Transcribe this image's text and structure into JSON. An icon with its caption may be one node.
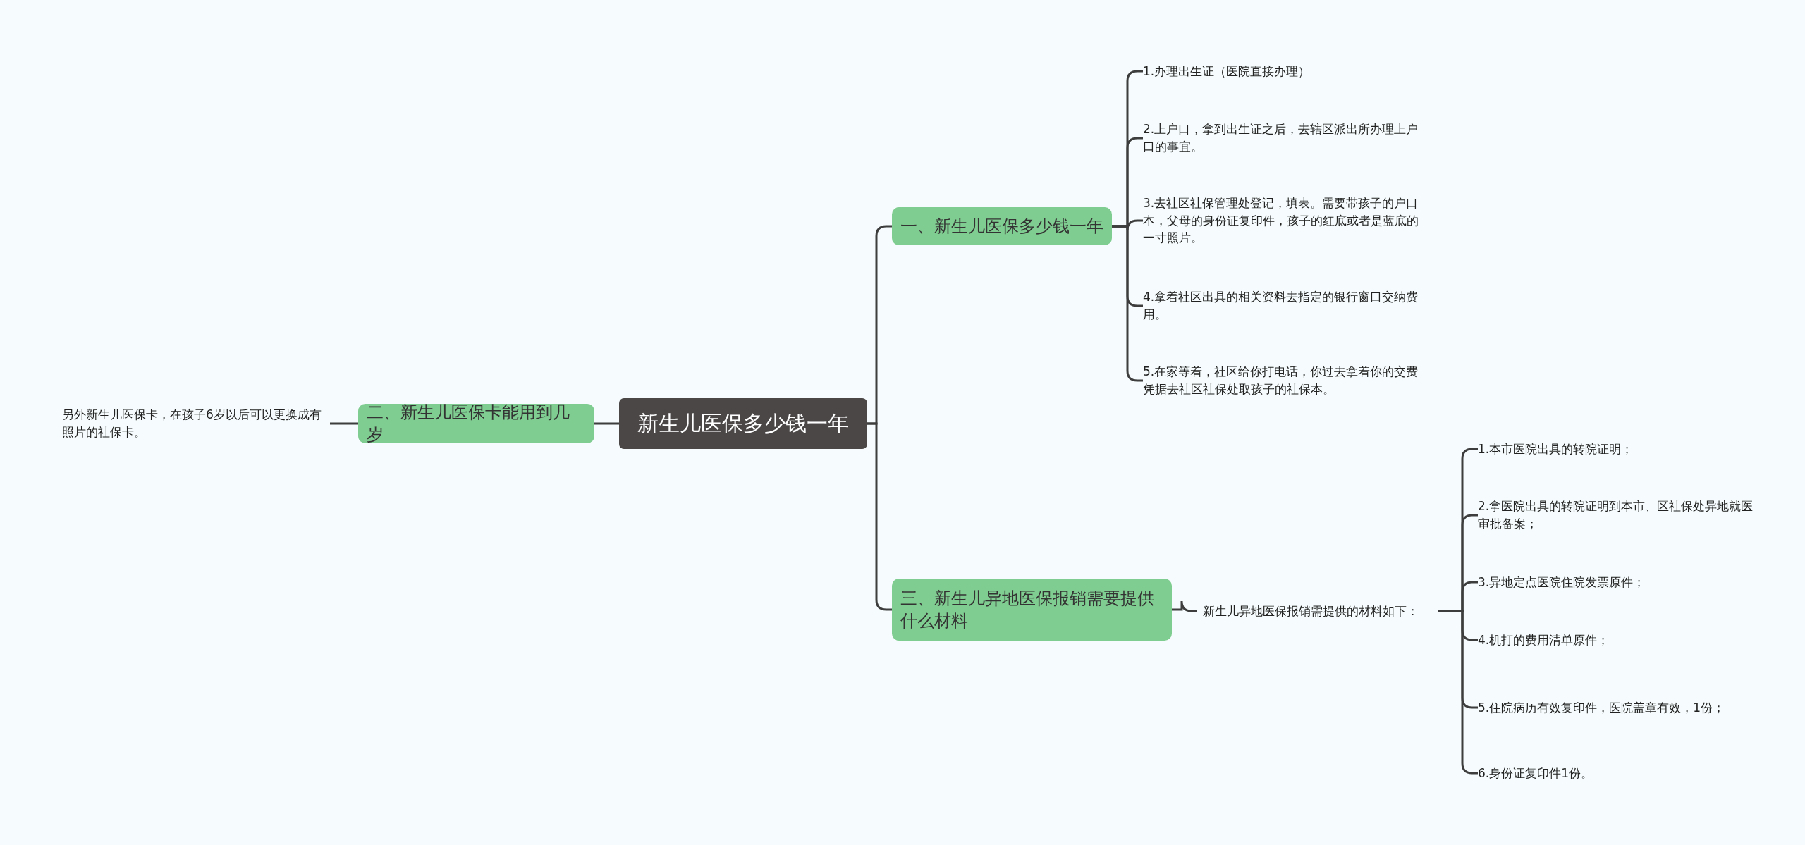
{
  "diagram": {
    "nodes": [
      {
        "text": [
          "新生儿医保多少钱一年"
        ]
      },
      {
        "text": [
          "一、新生儿医保多少钱一年"
        ]
      },
      {
        "text": [
          "1.办理出生证（医院直接办理）"
        ]
      },
      {
        "text": [
          "2.上户口，拿到出生证之后，去辖区派出所办理上户口的事宜。"
        ]
      },
      {
        "text": [
          "3.去社区社保管理处登记，填表。需要带孩子的户口本，父母的身份证复印件，孩子的红底或者是蓝底的一寸照片。"
        ]
      },
      {
        "text": [
          "4.拿着社区出具的相关资料去指定的银行窗口交纳费用。"
        ]
      },
      {
        "text": [
          "5.在家等着，社区给你打电话，你过去拿着你的交费凭据去社区社保处取孩子的社保本。"
        ]
      },
      {
        "text": [
          "二、新生儿医保卡能用到几岁"
        ]
      },
      {
        "text": [
          "另外新生儿医保卡，在孩子6岁以后可以更换成有照片的社保卡。"
        ]
      },
      {
        "text": [
          "三、新生儿异地医保报销需要提供什么材料"
        ]
      },
      {
        "text": [
          "新生儿异地医保报销需提供的材料如下："
        ]
      },
      {
        "text": [
          "1.本市医院出具的转院证明；"
        ]
      },
      {
        "text": [
          "2.拿医院出具的转院证明到本市、区社保处异地就医审批备案；"
        ]
      },
      {
        "text": [
          "3.异地定点医院住院发票原件；"
        ]
      },
      {
        "text": [
          "4.机打的费用清单原件；"
        ]
      },
      {
        "text": [
          "5.住院病历有效复印件，医院盖章有效，1份；"
        ]
      },
      {
        "text": [
          "6.身份证复印件1份。"
        ]
      }
    ],
    "edges": [
      {
        "from": 0,
        "to": 1,
        "arrow": "none"
      },
      {
        "from": 1,
        "to": 2,
        "arrow": "none"
      },
      {
        "from": 1,
        "to": 3,
        "arrow": "none"
      },
      {
        "from": 1,
        "to": 4,
        "arrow": "none"
      },
      {
        "from": 1,
        "to": 5,
        "arrow": "none"
      },
      {
        "from": 1,
        "to": 6,
        "arrow": "none"
      },
      {
        "from": 0,
        "to": 7,
        "arrow": "none"
      },
      {
        "from": 7,
        "to": 8,
        "arrow": "none"
      },
      {
        "from": 0,
        "to": 9,
        "arrow": "none"
      },
      {
        "from": 9,
        "to": 10,
        "arrow": "none"
      },
      {
        "from": 10,
        "to": 11,
        "arrow": "none"
      },
      {
        "from": 10,
        "to": 12,
        "arrow": "none"
      },
      {
        "from": 10,
        "to": 13,
        "arrow": "none"
      },
      {
        "from": 10,
        "to": 14,
        "arrow": "none"
      },
      {
        "from": 10,
        "to": 15,
        "arrow": "none"
      },
      {
        "from": 10,
        "to": 16,
        "arrow": "none"
      }
    ]
  }
}
